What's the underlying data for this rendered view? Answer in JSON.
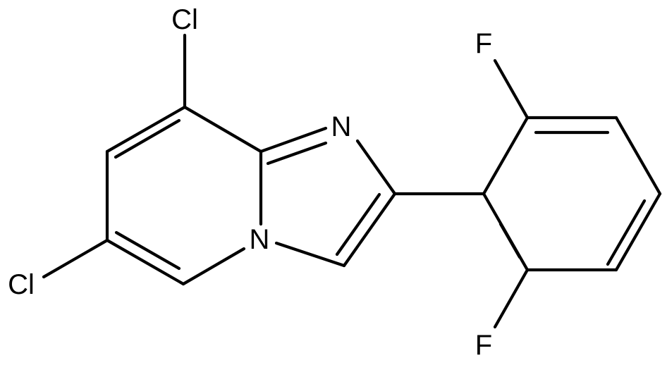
{
  "atoms": {
    "cl_top": "Cl",
    "cl_left": "Cl",
    "n_imine": "N",
    "n_bridge": "N",
    "f_top": "F",
    "f_bottom": "F"
  },
  "colors": {
    "ink": "#000000",
    "background": "#ffffff"
  }
}
